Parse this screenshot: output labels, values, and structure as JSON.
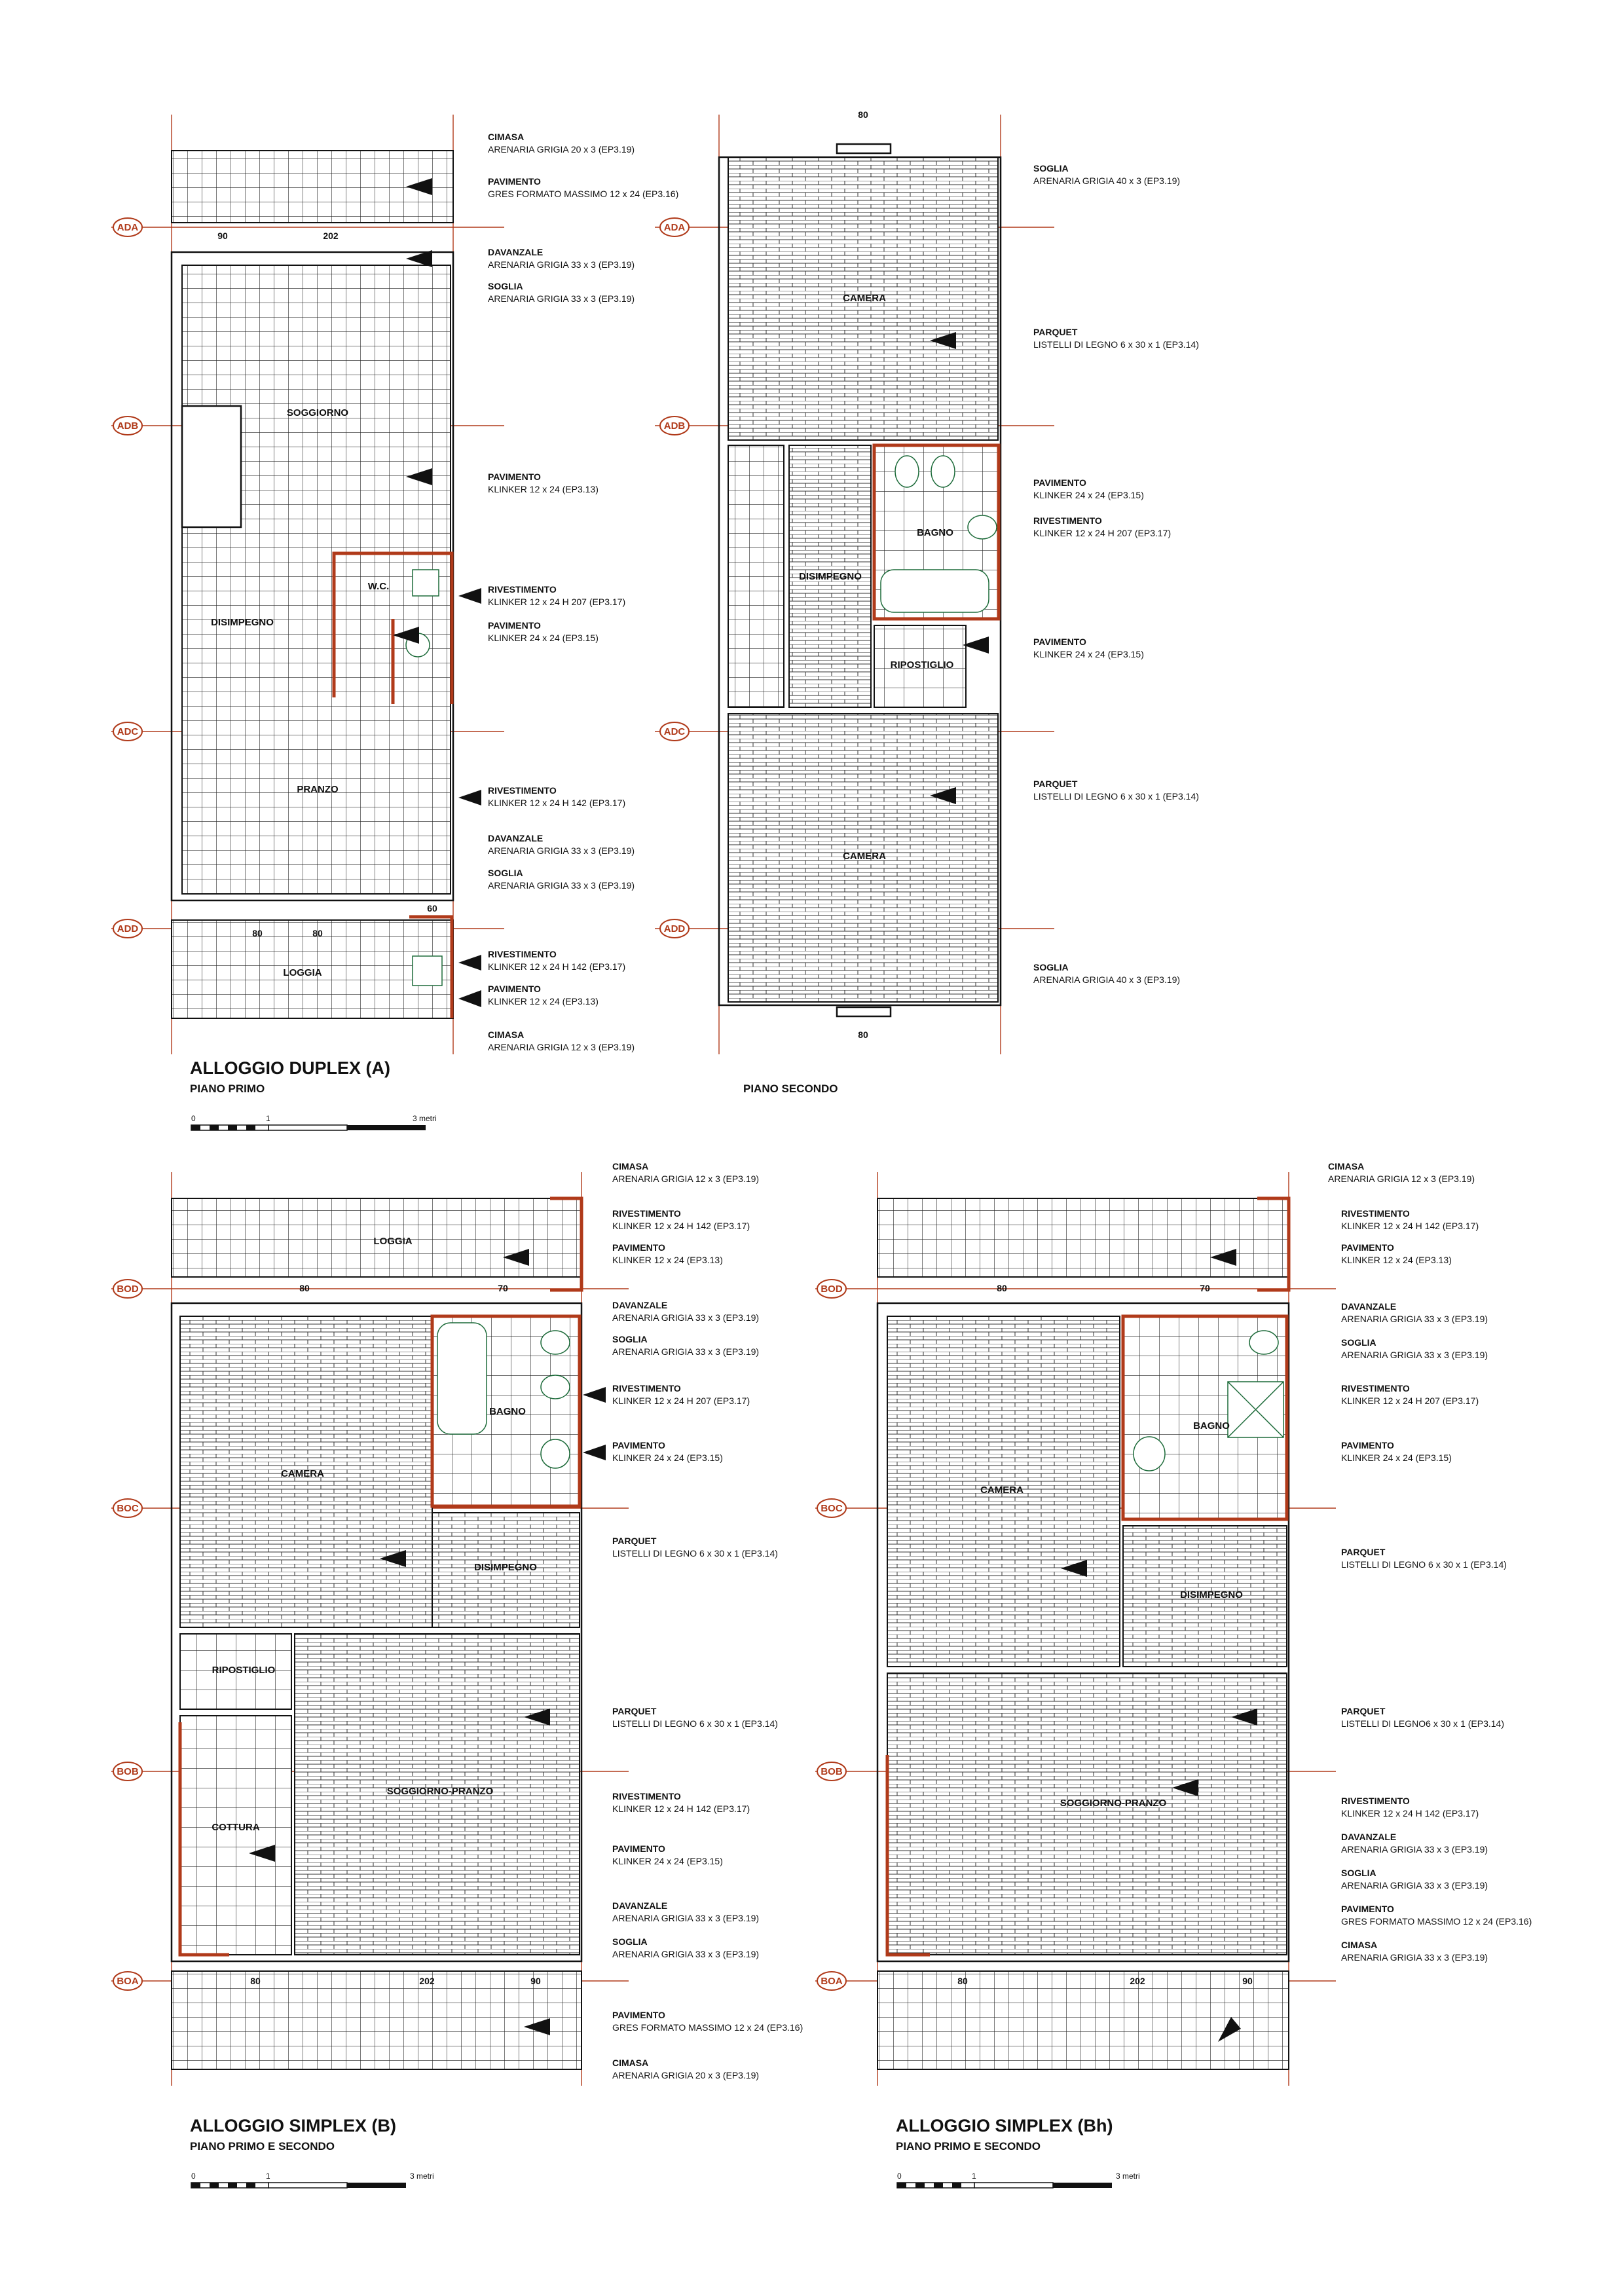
{
  "plans": [
    {
      "id": "duplex_a_first",
      "title": "ALLOGGIO DUPLEX (A)",
      "subtitle": "PIANO PRIMO",
      "axes": [
        "ADA",
        "ADB",
        "ADC",
        "ADD"
      ],
      "rooms": [
        "SOGGIORNO",
        "W.C.",
        "DISIMPEGNO",
        "PRANZO",
        "LOGGIA"
      ],
      "dims": [
        "90",
        "202",
        "80",
        "80",
        "60"
      ],
      "notes": [
        {
          "title": "CIMASA",
          "text": "ARENARIA GRIGIA 20 x 3 (EP3.19)"
        },
        {
          "title": "PAVIMENTO",
          "text": "GRES FORMATO MASSIMO 12 x 24 (EP3.16)"
        },
        {
          "title": "DAVANZALE",
          "text": "ARENARIA GRIGIA 33 x 3 (EP3.19)"
        },
        {
          "title": "SOGLIA",
          "text": "ARENARIA GRIGIA 33 x 3 (EP3.19)"
        },
        {
          "title": "PAVIMENTO",
          "text": "KLINKER 12 x 24 (EP3.13)"
        },
        {
          "title": "RIVESTIMENTO",
          "text": "KLINKER 12 x 24 H 207 (EP3.17)"
        },
        {
          "title": "PAVIMENTO",
          "text": "KLINKER 24 x 24 (EP3.15)"
        },
        {
          "title": "RIVESTIMENTO",
          "text": "KLINKER 12 x 24 H 142 (EP3.17)"
        },
        {
          "title": "DAVANZALE",
          "text": "ARENARIA GRIGIA 33 x 3 (EP3.19)"
        },
        {
          "title": "SOGLIA",
          "text": "ARENARIA GRIGIA 33 x 3 (EP3.19)"
        },
        {
          "title": "RIVESTIMENTO",
          "text": "KLINKER 12 x 24 H 142 (EP3.17)"
        },
        {
          "title": "PAVIMENTO",
          "text": "KLINKER 12 x 24 (EP3.13)"
        },
        {
          "title": "CIMASA",
          "text": "ARENARIA GRIGIA 12 x 3 (EP3.19)"
        }
      ],
      "scale": {
        "start": "0",
        "mid": "1",
        "end": "3 metri"
      }
    },
    {
      "id": "duplex_a_second",
      "title": "",
      "subtitle": "PIANO SECONDO",
      "axes": [
        "ADA",
        "ADB",
        "ADC",
        "ADD"
      ],
      "rooms": [
        "CAMERA",
        "BAGNO",
        "DISIMPEGNO",
        "RIPOSTIGLIO",
        "CAMERA"
      ],
      "dims": [
        "80",
        "80"
      ],
      "notes": [
        {
          "title": "SOGLIA",
          "text": "ARENARIA GRIGIA 40 x 3 (EP3.19)"
        },
        {
          "title": "PARQUET",
          "text": "LISTELLI DI LEGNO 6 x 30 x 1 (EP3.14)"
        },
        {
          "title": "PAVIMENTO",
          "text": "KLINKER 24 x 24 (EP3.15)"
        },
        {
          "title": "RIVESTIMENTO",
          "text": "KLINKER 12 x 24 H 207 (EP3.17)"
        },
        {
          "title": "PAVIMENTO",
          "text": "KLINKER 24 x 24 (EP3.15)"
        },
        {
          "title": "PARQUET",
          "text": "LISTELLI DI LEGNO 6 x 30 x 1 (EP3.14)"
        },
        {
          "title": "SOGLIA",
          "text": "ARENARIA GRIGIA 40 x 3 (EP3.19)"
        }
      ]
    },
    {
      "id": "simplex_b",
      "title": "ALLOGGIO SIMPLEX (B)",
      "subtitle": "PIANO PRIMO E SECONDO",
      "axes": [
        "BOD",
        "BOC",
        "BOB",
        "BOA"
      ],
      "rooms": [
        "LOGGIA",
        "BAGNO",
        "CAMERA",
        "DISIMPEGNO",
        "RIPOSTIGLIO",
        "COTTURA",
        "SOGGIORNO-PRANZO"
      ],
      "dims": [
        "80",
        "70",
        "80",
        "202",
        "90"
      ],
      "notes": [
        {
          "title": "CIMASA",
          "text": "ARENARIA GRIGIA 12 x 3 (EP3.19)"
        },
        {
          "title": "RIVESTIMENTO",
          "text": "KLINKER 12 x 24 H 142 (EP3.17)"
        },
        {
          "title": "PAVIMENTO",
          "text": "KLINKER 12 x 24 (EP3.13)"
        },
        {
          "title": "DAVANZALE",
          "text": "ARENARIA GRIGIA 33 x 3 (EP3.19)"
        },
        {
          "title": "SOGLIA",
          "text": "ARENARIA GRIGIA 33 x 3 (EP3.19)"
        },
        {
          "title": "RIVESTIMENTO",
          "text": "KLINKER 12 x 24 H 207 (EP3.17)"
        },
        {
          "title": "PAVIMENTO",
          "text": "KLINKER 24 x 24 (EP3.15)"
        },
        {
          "title": "PARQUET",
          "text": "LISTELLI DI LEGNO 6 x 30 x 1 (EP3.14)"
        },
        {
          "title": "PARQUET",
          "text": "LISTELLI DI LEGNO 6 x 30 x 1 (EP3.14)"
        },
        {
          "title": "RIVESTIMENTO",
          "text": "KLINKER 12 x 24 H 142 (EP3.17)"
        },
        {
          "title": "PAVIMENTO",
          "text": "KLINKER 24 x 24 (EP3.15)"
        },
        {
          "title": "DAVANZALE",
          "text": "ARENARIA GRIGIA 33 x 3 (EP3.19)"
        },
        {
          "title": "SOGLIA",
          "text": "ARENARIA GRIGIA 33 x 3 (EP3.19)"
        },
        {
          "title": "PAVIMENTO",
          "text": "GRES FORMATO MASSIMO 12 x 24 (EP3.16)"
        },
        {
          "title": "CIMASA",
          "text": "ARENARIA GRIGIA 20 x 3 (EP3.19)"
        }
      ],
      "scale": {
        "start": "0",
        "mid": "1",
        "end": "3 metri"
      }
    },
    {
      "id": "simplex_bh",
      "title": "ALLOGGIO SIMPLEX (Bh)",
      "subtitle": "PIANO PRIMO E SECONDO",
      "axes": [
        "BOD",
        "BOC",
        "BOB",
        "BOA"
      ],
      "rooms": [
        "BAGNO",
        "CAMERA",
        "DISIMPEGNO",
        "SOGGIORNO-PRANZO"
      ],
      "dims": [
        "80",
        "70",
        "80",
        "202",
        "90"
      ],
      "notes": [
        {
          "title": "CIMASA",
          "text": "ARENARIA GRIGIA 12 x 3 (EP3.19)"
        },
        {
          "title": "RIVESTIMENTO",
          "text": "KLINKER 12 x 24 H 142 (EP3.17)"
        },
        {
          "title": "PAVIMENTO",
          "text": "KLINKER 12 x 24 (EP3.13)"
        },
        {
          "title": "DAVANZALE",
          "text": "ARENARIA GRIGIA 33 x 3 (EP3.19)"
        },
        {
          "title": "SOGLIA",
          "text": "ARENARIA GRIGIA 33 x 3 (EP3.19)"
        },
        {
          "title": "RIVESTIMENTO",
          "text": "KLINKER 12 x 24 H 207 (EP3.17)"
        },
        {
          "title": "PAVIMENTO",
          "text": "KLINKER 24 x 24 (EP3.15)"
        },
        {
          "title": "PARQUET",
          "text": "LISTELLI DI LEGNO 6 x 30 x 1 (EP3.14)"
        },
        {
          "title": "PARQUET",
          "text": "LISTELLI DI LEGNO6 x 30 x 1 (EP3.14)"
        },
        {
          "title": "RIVESTIMENTO",
          "text": "KLINKER 12 x 24 H 142 (EP3.17)"
        },
        {
          "title": "DAVANZALE",
          "text": "ARENARIA GRIGIA 33 x 3 (EP3.19)"
        },
        {
          "title": "SOGLIA",
          "text": "ARENARIA GRIGIA 33 x 3 (EP3.19)"
        },
        {
          "title": "PAVIMENTO",
          "text": "GRES FORMATO MASSIMO 12 x 24 (EP3.16)"
        },
        {
          "title": "CIMASA",
          "text": "ARENARIA GRIGIA 33 x 3 (EP3.19)"
        }
      ],
      "scale": {
        "start": "0",
        "mid": "1",
        "end": "3 metri"
      }
    }
  ],
  "colors": {
    "axis": "#b03a1a",
    "ink": "#111111",
    "fixture": "#1d6b3a"
  }
}
